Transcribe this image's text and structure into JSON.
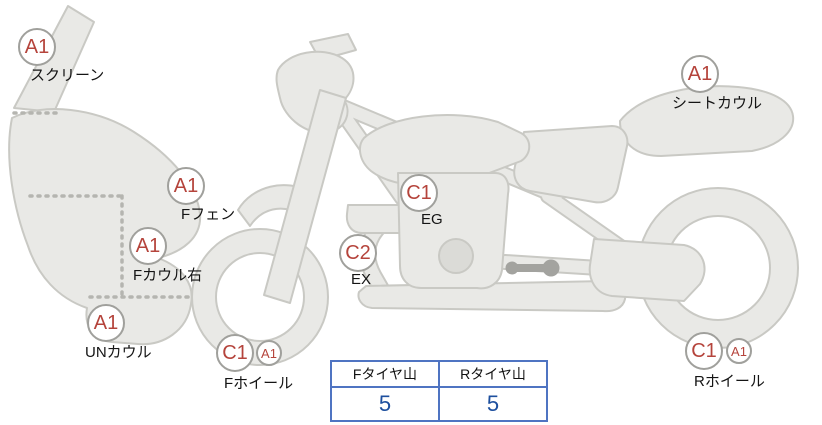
{
  "annotations": {
    "screen": {
      "grade": "A1",
      "label": "スクリーン"
    },
    "front_fender": {
      "grade": "A1",
      "label": "Fフェン"
    },
    "front_cowl_right": {
      "grade": "A1",
      "label": "Fカウル右"
    },
    "under_cowl": {
      "grade": "A1",
      "label": "UNカウル"
    },
    "front_wheel": {
      "grade": "C1",
      "grade2": "A1",
      "label": "Fホイール"
    },
    "engine": {
      "grade": "C1",
      "label": "EG"
    },
    "exhaust": {
      "grade": "C2",
      "label": "EX"
    },
    "seat_cowl": {
      "grade": "A1",
      "label": "シートカウル"
    },
    "rear_wheel": {
      "grade": "C1",
      "grade2": "A1",
      "label": "Rホイール"
    }
  },
  "tire_table": {
    "columns": [
      {
        "header": "Fタイヤ山",
        "value": "5"
      },
      {
        "header": "Rタイヤ山",
        "value": "5"
      }
    ]
  },
  "colors": {
    "grade_text": "#b5443c",
    "badge_border": "#a0a09c",
    "table_border": "#4f74c2",
    "table_value": "#1d4f9e",
    "bike_fill": "#e9e9e6",
    "bike_stroke": "#c9c9c4"
  }
}
